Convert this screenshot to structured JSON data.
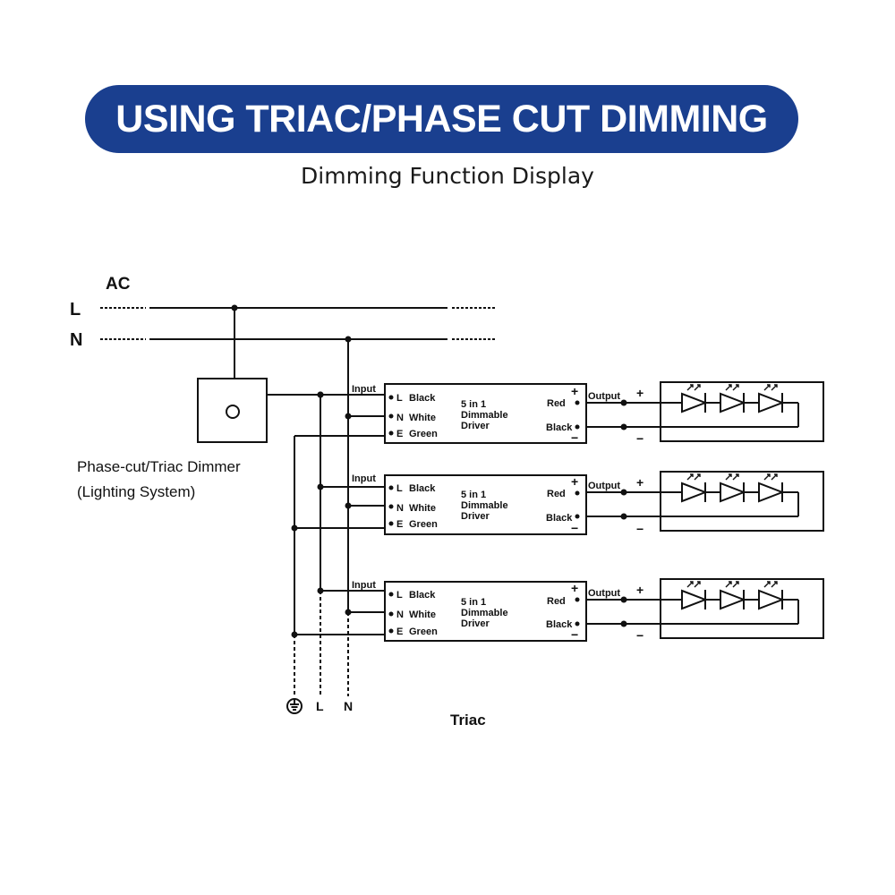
{
  "header": {
    "title": "USING TRIAC/PHASE CUT DIMMING",
    "subtitle": "Dimming Function Display"
  },
  "colors": {
    "banner": "#1a3f8f",
    "banner_text": "#ffffff",
    "line": "#111111"
  },
  "mains": {
    "ac_label": "AC",
    "line_label": "L",
    "neutral_label": "N"
  },
  "dimmer": {
    "name_line1": "Phase-cut/Triac Dimmer",
    "name_line2": "(Lighting System)"
  },
  "driver": {
    "input_label": "Input",
    "output_label": "Output",
    "name_line1": "5 in 1",
    "name_line2": "Dimmable",
    "name_line3": "Driver",
    "pin_l": "L",
    "pin_n": "N",
    "pin_e": "E",
    "wire_l": "Black",
    "wire_n": "White",
    "wire_e": "Green",
    "out_pos_wire": "Red",
    "out_neg_wire": "Black",
    "plus": "+",
    "minus": "−"
  },
  "led": {
    "plus": "+",
    "minus": "−"
  },
  "bottom": {
    "ground_icon": "ground-icon",
    "l_label": "L",
    "n_label": "N",
    "caption": "Triac"
  }
}
